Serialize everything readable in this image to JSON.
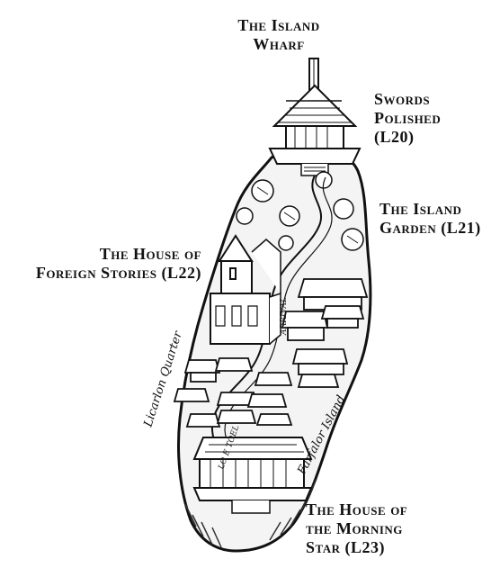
{
  "labels": {
    "wharf": [
      "The Island",
      "Wharf"
    ],
    "swords": [
      "Swords",
      "Polished",
      "(L20)"
    ],
    "garden": [
      "The Island",
      "Garden (L21)"
    ],
    "foreign": [
      "The House of",
      "Foreign Stories (L22)"
    ],
    "morning": [
      "The House of",
      "the Morning",
      "Star (L23)"
    ]
  },
  "handwritten": {
    "quarter": "Licarlon Quarter",
    "island": "Farfalor Island",
    "street": "ARRIVAL",
    "lane": "LO E TOEL"
  }
}
